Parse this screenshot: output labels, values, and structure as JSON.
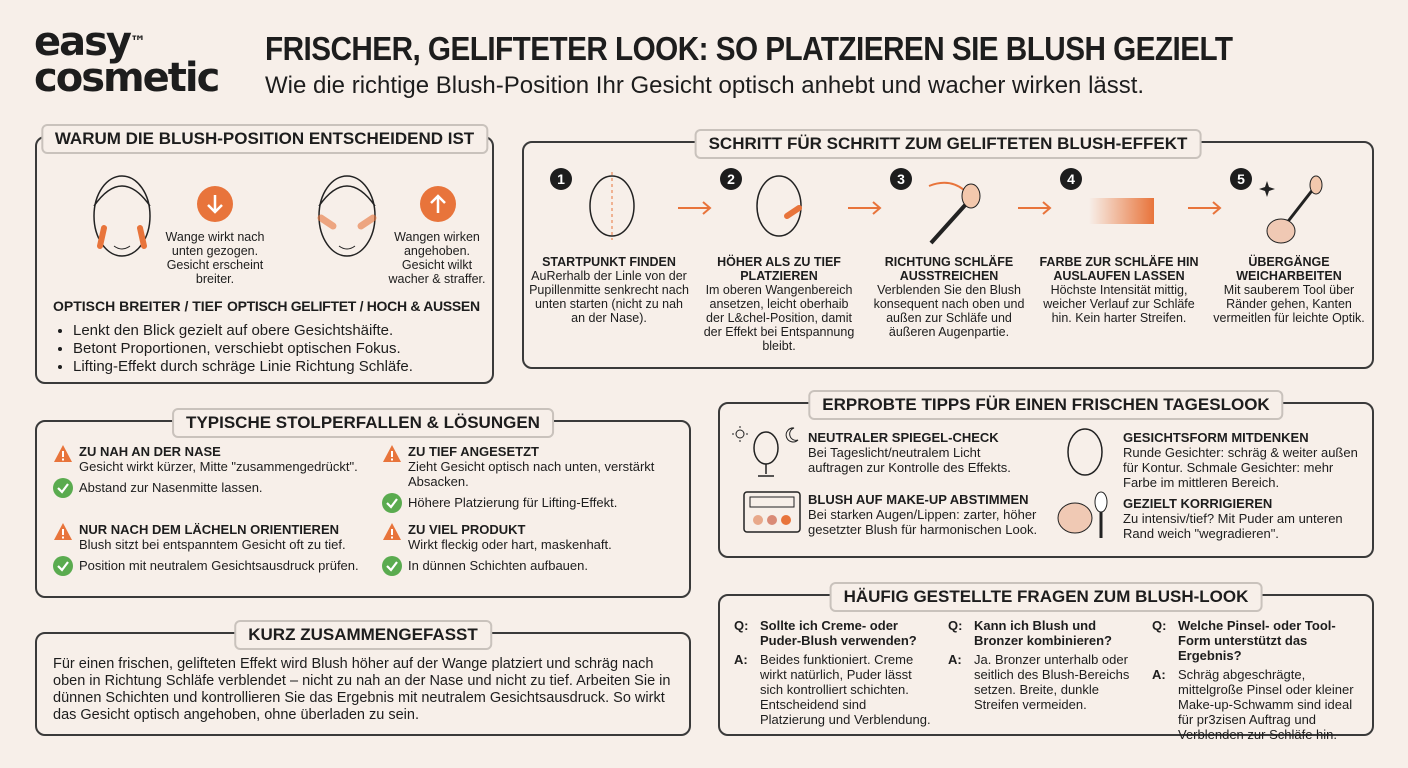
{
  "brand": {
    "line1": "easy",
    "tm": "™",
    "line2": "cosmetic"
  },
  "header": {
    "title": "FRISCHER, GELIFTETER LOOK: SO PLATZIEREN SIE BLUSH GEZIELT",
    "subtitle": "Wie die richtige Blush-Position Ihr Gesicht optisch anhebt und wacher wirken lässt."
  },
  "colors": {
    "accent": "#e8743b",
    "background": "#f7efe9",
    "border": "#3a3a3a"
  },
  "why": {
    "title": "WARUM DIE BLUSH-POSITION ENTSCHEIDEND IST",
    "low": {
      "note": "Wange wirkt nach unten gezogen. Gesicht erscheint breiter.",
      "label": "OPTISCH BREITER / TIEF",
      "icon": "arrow-down-icon"
    },
    "high": {
      "note": "Wangen wirken angehoben. Gesicht wilkt wacher & straffer.",
      "label": "OPTISCH GELIFTET / HOCH & AUSSEN",
      "icon": "arrow-up-icon"
    },
    "bullets": [
      "Lenkt den Blick gezielt auf obere Gesichtshäifte.",
      "Betont Proportionen, verschiebt optischen Fokus.",
      "Lifting-Effekt durch schräge Linie Richtung Schläfe."
    ]
  },
  "steps": {
    "title": "SCHRITT FÜR SCHRITT ZUM GELIFTETEN BLUSH-EFFEKT",
    "items": [
      {
        "n": "1",
        "title": "STARTPUNKT FINDEN",
        "text": "AuRerhalb der Linle von der Pupillenmitte senkrecht nach unten starten (nicht zu nah an der Nase)."
      },
      {
        "n": "2",
        "title": "HÖHER ALS ZU TIEF PLATZIEREN",
        "text": "Im oberen Wangenbereich ansetzen, leicht oberhaib der L&chel-Position, damit der Effekt bei Entspannung bleibt."
      },
      {
        "n": "3",
        "title": "RICHTUNG SCHLÄFE AUSSTREICHEN",
        "text": "Verblenden Sie den Blush konsequent nach oben und außen zur Schläfe und äußeren Augenpartie."
      },
      {
        "n": "4",
        "title": "FARBE ZUR SCHLÄFE HIN AUSLAUFEN LASSEN",
        "text": "Höchste Intensität mittig, weicher Verlauf zur Schläfe hin. Kein harter Streifen."
      },
      {
        "n": "5",
        "title": "ÜBERGÄNGE WEICHARBEITEN",
        "text": "Mit sauberem Tool über Ränder gehen, Kanten vermeitlen für leichte Optik."
      }
    ]
  },
  "pitfalls": {
    "title": "TYPISCHE STOLPERFALLEN & LÖSUNGEN",
    "items": [
      {
        "problem": "ZU NAH AN DER NASE",
        "desc": "Gesicht wirkt kürzer, Mitte \"zusammengedrückt\".",
        "solution": "Abstand zur Nasenmitte lassen."
      },
      {
        "problem": "ZU TIEF ANGESETZT",
        "desc": "Zieht Gesicht optisch nach unten, verstärkt Absacken.",
        "solution": "Höhere Platzierung für Lifting-Effekt."
      },
      {
        "problem": "NUR NACH DEM LÄCHELN ORIENTIEREN",
        "desc": "Blush sitzt bei entspanntem Gesicht oft zu tief.",
        "solution": "Position mit neutralem Gesichtsausdruck prüfen."
      },
      {
        "problem": "ZU VIEL PRODUKT",
        "desc": "Wirkt fleckig oder hart, maskenhaft.",
        "solution": "In dünnen Schichten aufbauen."
      }
    ]
  },
  "summary": {
    "title": "KURZ ZUSAMMENGEFASST",
    "text": "Für einen frischen, gelifteten Effekt wird Blush höher auf der Wange platziert und schräg nach oben in Richtung Schläfe verblendet – nicht zu nah an der Nase und nicht zu tief. Arbeiten Sie in dünnen Schichten und kontrollieren Sie das Ergebnis mit neutralem Gesichtsausdruck. So wirkt das Gesicht optisch angehoben, ohne überladen zu sein."
  },
  "tips": {
    "title": "ERPROBTE TIPPS FÜR EINEN FRISCHEN TAGESLOOK",
    "items": [
      {
        "title": "NEUTRALER SPIEGEL-CHECK",
        "text": "Bei Tageslicht/neutralem Licht auftragen zur Kontrolle des Effekts.",
        "icon": "mirror-icon"
      },
      {
        "title": "GESICHTSFORM MITDENKEN",
        "text": "Runde Gesichter: schräg & weiter außen für Kontur. Schmale Gesichter: mehr Farbe im mittleren Bereich.",
        "icon": "face-icon"
      },
      {
        "title": "BLUSH AUF MAKE-UP ABSTIMMEN",
        "text": "Bei starken Augen/Lippen: zarter, höher gesetzter Blush für harmonischen Look.",
        "icon": "palette-icon"
      },
      {
        "title": "GEZIELT KORRIGIEREN",
        "text": "Zu intensiv/tief? Mit Puder am unteren Rand weich \"wegradieren\".",
        "icon": "powder-brush-icon"
      }
    ]
  },
  "faq": {
    "title": "HÄUFIG GESTELLTE FRAGEN ZUM BLUSH-LOOK",
    "q_label": "Q:",
    "a_label": "A:",
    "items": [
      {
        "q": "Sollte ich Creme- oder Puder-Blush verwenden?",
        "a": "Beides funktioniert. Creme wirkt natürlich, Puder lässt sich kontrolliert schichten. Entscheidend sind Platzierung und Verblendung."
      },
      {
        "q": "Kann ich Blush und Bronzer kombinieren?",
        "a": "Ja. Bronzer unterhalb oder seitlich des Blush-Bereichs setzen. Breite, dunkle Streifen vermeiden."
      },
      {
        "q": "Welche Pinsel- oder Tool-Form unterstützt das Ergebnis?",
        "a": "Schräg abgeschrägte, mittelgroße Pinsel oder kleiner Make-up-Schwamm sind ideal für pr3zisen Auftrag und Verblenden zur Schläfe hin."
      }
    ]
  }
}
